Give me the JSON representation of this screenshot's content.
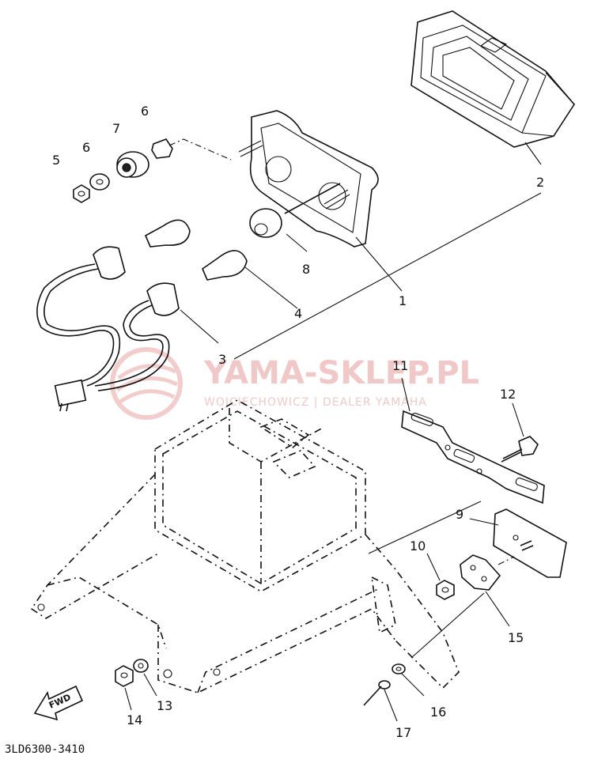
{
  "diagram": {
    "code": "3LD6300-3410",
    "fwd_label": "FWD",
    "watermark": {
      "title": "YAMA-SKLEP.PL",
      "subtitle": "WOJCIECHOWICZ | DEALER YAMAHA",
      "color": "#f0c8c8"
    },
    "callouts": {
      "c1": "1",
      "c2": "2",
      "c3": "3",
      "c4": "4",
      "c5": "5",
      "c6a": "6",
      "c6b": "6",
      "c7": "7",
      "c8": "8",
      "c9": "9",
      "c10": "10",
      "c11": "11",
      "c12": "12",
      "c13": "13",
      "c14": "14",
      "c15": "15",
      "c16": "16",
      "c17": "17"
    }
  }
}
